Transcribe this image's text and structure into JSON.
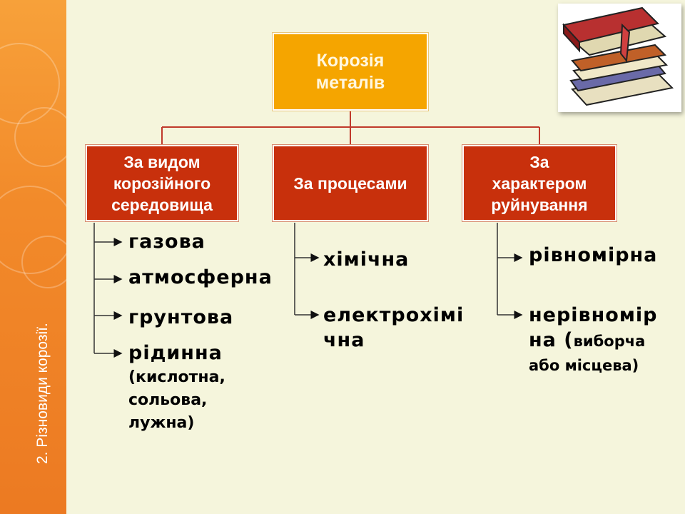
{
  "sidebar": {
    "title": "2. Різновиди корозії."
  },
  "root": {
    "line1": "Корозія",
    "line2": "металів"
  },
  "categories": [
    {
      "lines": [
        "За видом",
        "корозійного",
        "середовища"
      ]
    },
    {
      "lines": [
        "За процесами"
      ]
    },
    {
      "lines": [
        "За",
        "характером",
        "руйнування"
      ]
    }
  ],
  "col1": {
    "items": [
      "газова",
      "атмосферна",
      "грунтова",
      "рідинна"
    ],
    "detail": [
      "(кислотна,",
      "сольова,",
      "лужна)"
    ]
  },
  "col2": {
    "items": [
      "хімічна"
    ],
    "item2_lines": [
      "електрохімі",
      "чна"
    ]
  },
  "col3": {
    "items": [
      "рівномірна"
    ],
    "item2_line1": "нерівномір",
    "item2_line2_big": "на (",
    "item2_line2_small": "виборча",
    "item2_line3": "або місцева)"
  },
  "colors": {
    "root": "#f5a500",
    "category": "#c8300c",
    "connector": "#c0392b",
    "background": "#f5f5dc",
    "sidebar": "#f28a2a"
  }
}
